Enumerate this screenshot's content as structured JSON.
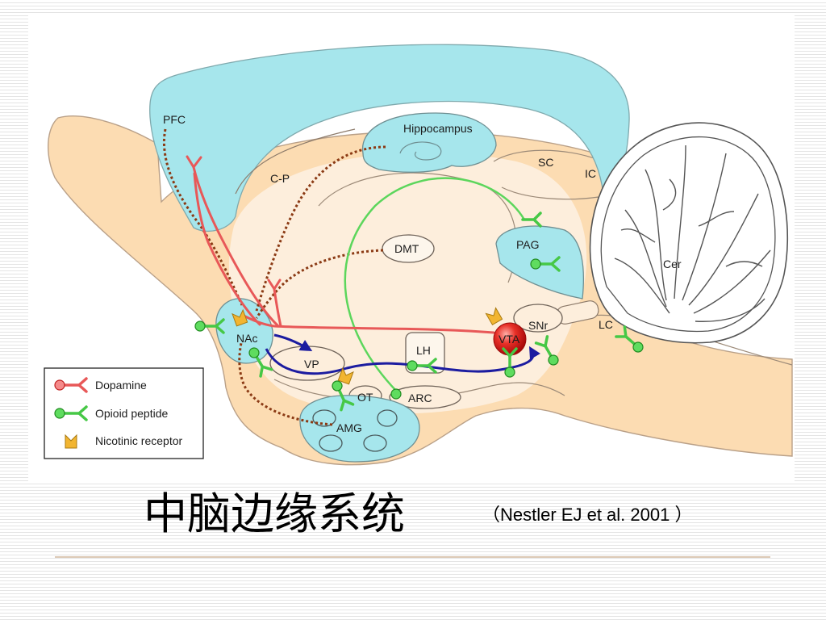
{
  "slide": {
    "title": "中脑边缘系统",
    "citation": "（Nestler EJ et al.  2001 ）"
  },
  "diagram": {
    "regions": {
      "pfc": "PFC",
      "hippocampus": "Hippocampus",
      "cp": "C-P",
      "sc": "SC",
      "ic": "IC",
      "dmt": "DMT",
      "pag": "PAG",
      "cer": "Cer",
      "nac": "NAc",
      "vp": "VP",
      "lh": "LH",
      "vta": "VTA",
      "snr": "SNr",
      "lc": "LC",
      "ot": "OT",
      "arc": "ARC",
      "amg": "AMG"
    },
    "legend": [
      {
        "label": "Dopamine",
        "icon": "dopamine-receptor-icon",
        "color": "#e85858"
      },
      {
        "label": "Opioid peptide",
        "icon": "opioid-peptide-receptor-icon",
        "color": "#46c846"
      },
      {
        "label": "Nicotinic receptor",
        "icon": "nicotinic-receptor-icon",
        "color": "#f2b531"
      }
    ],
    "colors": {
      "brain": "#fcdcb2",
      "brain_inner": "#fdeedc",
      "region_cyan": "#a6e6ec",
      "dopamine": "#e85858",
      "opioid": "#46c846",
      "nicotinic": "#f2b531",
      "projection_dotted": "#8b3a14",
      "projection_arrow": "#1c1ca0",
      "vta": "#d81e1e"
    }
  }
}
